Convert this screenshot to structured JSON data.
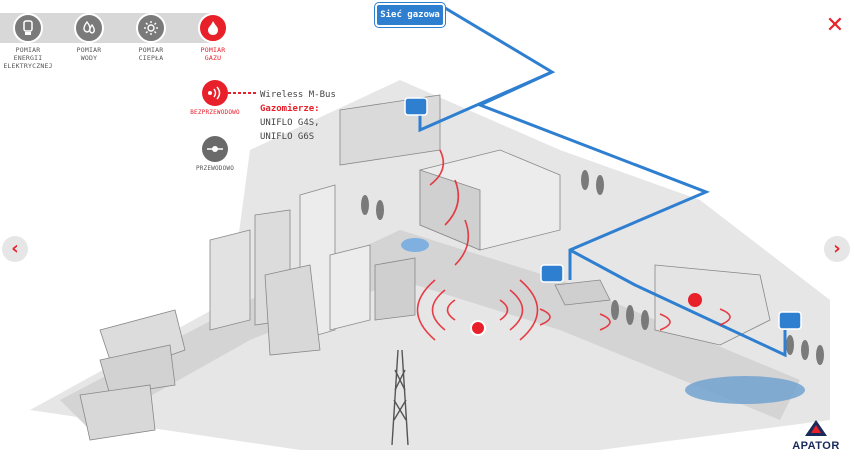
{
  "top_nav": {
    "items": [
      {
        "label_lines": [
          "POMIAR",
          "ENERGII",
          "ELEKTRYCZNEJ"
        ],
        "icon": "bulb-icon",
        "active": false
      },
      {
        "label_lines": [
          "POMIAR",
          "WODY"
        ],
        "icon": "water-drops-icon",
        "active": false
      },
      {
        "label_lines": [
          "POMIAR",
          "CIEPŁA"
        ],
        "icon": "heat-icon",
        "active": false
      },
      {
        "label_lines": [
          "POMIAR",
          "GAZU"
        ],
        "icon": "flame-icon",
        "active": true
      }
    ]
  },
  "gas_network_button": "Sieć gazowa",
  "modes": {
    "wireless": {
      "label": "BEZPRZEWODOWO",
      "icon": "wireless-signal-icon",
      "active": true
    },
    "wired": {
      "label": "PRZEWODOWO",
      "icon": "wired-connection-icon",
      "active": false
    }
  },
  "info": {
    "protocol": "Wireless M-Bus",
    "heading": "Gazomierze:",
    "models": [
      "UNIFLO G4S,",
      "UNIFLO G6S"
    ]
  },
  "nav": {
    "prev": "‹",
    "next": "›",
    "close": "✕"
  },
  "logo": {
    "text": "APATOR"
  },
  "colors": {
    "accent": "#e8202a",
    "network": "#2f7fd0",
    "inactive": "#7a7a7a",
    "logo": "#1a2a5a"
  }
}
